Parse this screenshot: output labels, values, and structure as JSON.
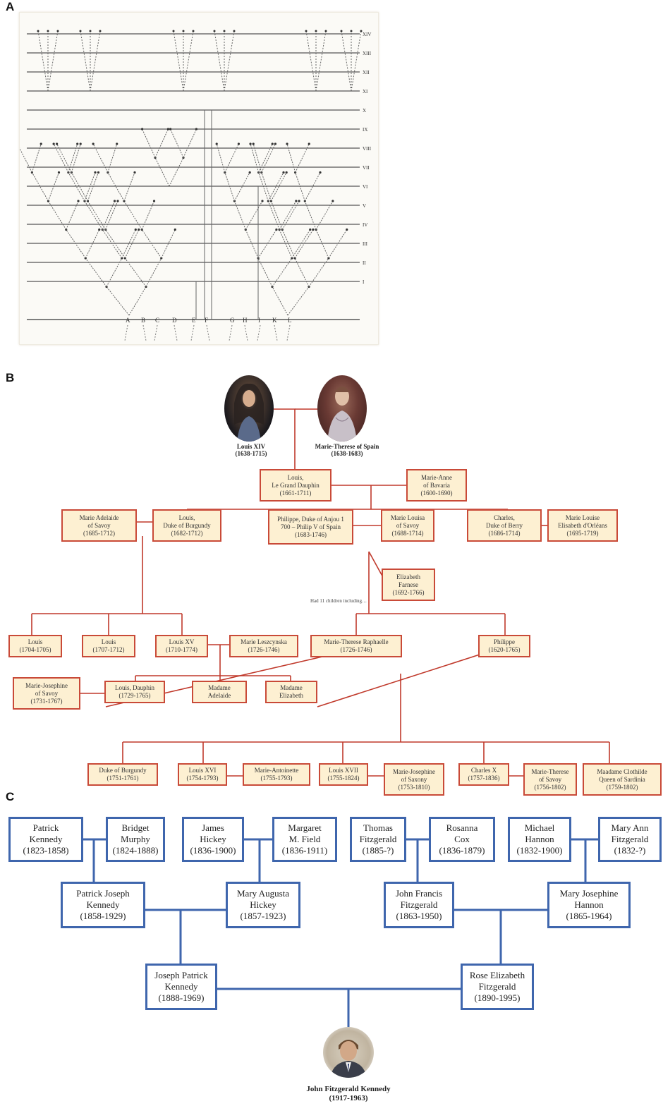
{
  "panels": {
    "a": "A",
    "b": "B",
    "c": "C"
  },
  "sketch": {
    "roman_labels": [
      "XIV",
      "XIII",
      "XII",
      "XI",
      "X",
      "IX",
      "VIII",
      "VII",
      "VI",
      "V",
      "IV",
      "III",
      "II",
      "I"
    ],
    "letters": [
      "A",
      "B",
      "C",
      "D",
      "E",
      "F",
      "G",
      "H",
      "I",
      "K",
      "L"
    ]
  },
  "tree_b": {
    "louis_xiv": "Louis XIV\n(1638-1715)",
    "marie_therese_spain": "Marie-Therese of Spain\n(1638-1683)",
    "grand_dauphin": "Louis,\nLe Grand Dauphin\n(1661-1711)",
    "marie_anne": "Marie-Anne\nof Bavaria\n(1600-1690)",
    "marie_adelaide": "Marie Adelaide\nof Savoy\n(1685-1712)",
    "duke_burgundy": "Louis,\nDuke of Burgundy\n(1682-1712)",
    "philippe_anjou": "Philippe, Duke of Anjou 1\n700 – Philip V of Spain\n(1683-1746)",
    "marie_louisa": "Marie Louisa\nof Savoy\n(1688-1714)",
    "elizabeth_farnese": "Elizabeth\nFarnese\n(1692-1766)",
    "charles_berry": "Charles,\nDuke of Berry\n(1686-1714)",
    "marie_louise_orleans": "Marie Louise\nElisabeth d'Orléans\n(1695-1719)",
    "note_children": "Had 11 children including…",
    "louis_1704": "Louis\n(1704-1705)",
    "louis_1707": "Louis\n(1707-1712)",
    "louis_xv": "Louis XV\n(1710-1774)",
    "marie_leszcynska": "Marie Leszcynska\n(1726-1746)",
    "marie_therese_raphaelle": "Marie-Therese Raphaelle\n(1726-1746)",
    "philippe": "Philippe\n(1620-1765)",
    "marie_josephine_savoy": "Marie-Josephine\nof Savoy\n(1731-1767)",
    "louis_dauphin": "Louis, Dauphin\n(1729-1765)",
    "madame_adelaide": "Madame\nAdelaide",
    "madame_elizabeth": "Madame\nElizabeth",
    "duke_burgundy_1751": "Duke of Burgundy\n(1751-1761)",
    "louis_xvi": "Louis XVI\n(1754-1793)",
    "marie_antoinette": "Marie-Antoinette\n(1755-1793)",
    "louis_xvii": "Louis XVII\n(1755-1824)",
    "marie_josephine_saxony": "Marie-Josephine\nof Saxony\n(1753-1810)",
    "charles_x": "Charles X\n(1757-1836)",
    "marie_therese_savoy": "Marie-Therese\nof Savoy\n(1756-1802)",
    "clothilde": "Maadame Clothilde\nQueen of Sardinia\n(1759-1802)"
  },
  "tree_c": {
    "patrick_kennedy": "Patrick\nKennedy\n(1823-1858)",
    "bridget_murphy": "Bridget\nMurphy\n(1824-1888)",
    "james_hickey": "James\nHickey\n(1836-1900)",
    "margaret_field": "Margaret\nM. Field\n(1836-1911)",
    "thomas_fitzgerald": "Thomas\nFitzgerald\n(1885-?)",
    "rosanna_cox": "Rosanna\nCox\n(1836-1879)",
    "michael_hannon": "Michael\nHannon\n(1832-1900)",
    "mary_ann_fitzgerald": "Mary Ann\nFitzgerald\n(1832-?)",
    "patrick_joseph": "Patrick Joseph\nKennedy\n(1858-1929)",
    "mary_augusta": "Mary Augusta\nHickey\n(1857-1923)",
    "john_francis": "John Francis\nFitzgerald\n(1863-1950)",
    "mary_josephine": "Mary Josephine\nHannon\n(1865-1964)",
    "joseph_patrick": "Joseph Patrick\nKennedy\n(1888-1969)",
    "rose_elizabeth": "Rose Elizabeth\nFitzgerald\n(1890-1995)",
    "jfk": "John Fitzgerald Kennedy\n(1917-1963)"
  },
  "colors": {
    "red_line": "#c0392b",
    "red_box_fill": "#fdf0d2",
    "blue_line": "#3f66ad"
  }
}
